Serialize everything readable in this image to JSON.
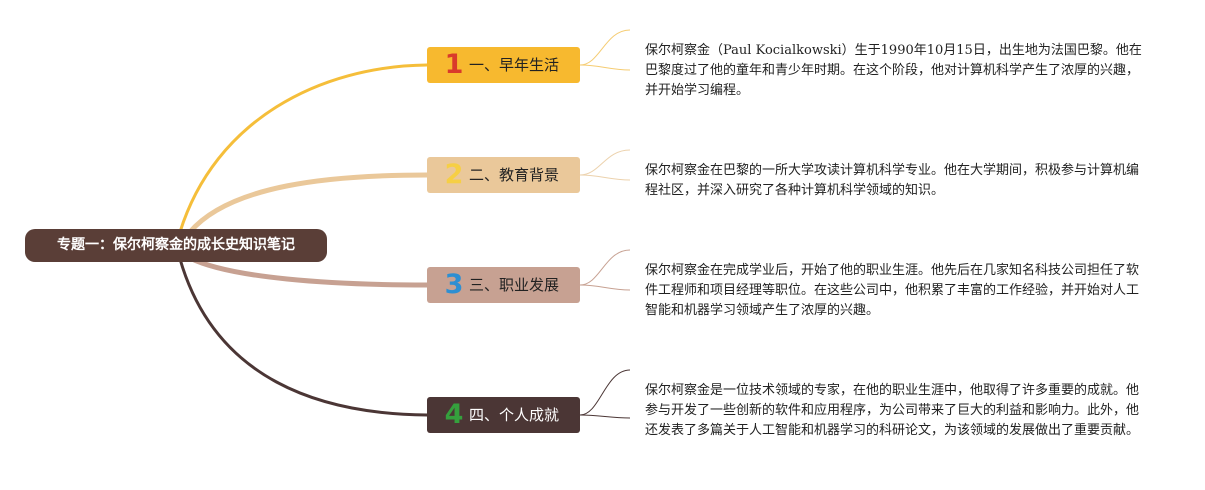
{
  "root": {
    "title": "专题一：保尔柯察金的成长史知识笔记",
    "color": "#5a3e37"
  },
  "branches": [
    {
      "number": "1",
      "label": "一、早年生活",
      "color": "#f7b92f",
      "number_color": "#d93a2b",
      "note": "保尔柯察金（Paul Kocialkowski）生于1990年10月15日，出生地为法国巴黎。他在巴黎度过了他的童年和青少年时期。在这个阶段，他对计算机科学产生了浓厚的兴趣，并开始学习编程。"
    },
    {
      "number": "2",
      "label": "二、教育背景",
      "color": "#eac89a",
      "number_color": "#f6cf45",
      "note": "保尔柯察金在巴黎的一所大学攻读计算机科学专业。他在大学期间，积极参与计算机编程社区，并深入研究了各种计算机科学领域的知识。"
    },
    {
      "number": "3",
      "label": "三、职业发展",
      "color": "#c7a192",
      "number_color": "#2e8fd2",
      "note": "保尔柯察金在完成学业后，开始了他的职业生涯。他先后在几家知名科技公司担任了软件工程师和项目经理等职位。在这些公司中，他积累了丰富的工作经验，并开始对人工智能和机器学习领域产生了浓厚的兴趣。"
    },
    {
      "number": "4",
      "label": "四、个人成就",
      "color": "#4b3635",
      "number_color": "#35a03d",
      "note": "保尔柯察金是一位技术领域的专家，在他的职业生涯中，他取得了许多重要的成就。他参与开发了一些创新的软件和应用程序，为公司带来了巨大的利益和影响力。此外，他还发表了多篇关于人工智能和机器学习的科研论文，为该领域的发展做出了重要贡献。"
    }
  ]
}
